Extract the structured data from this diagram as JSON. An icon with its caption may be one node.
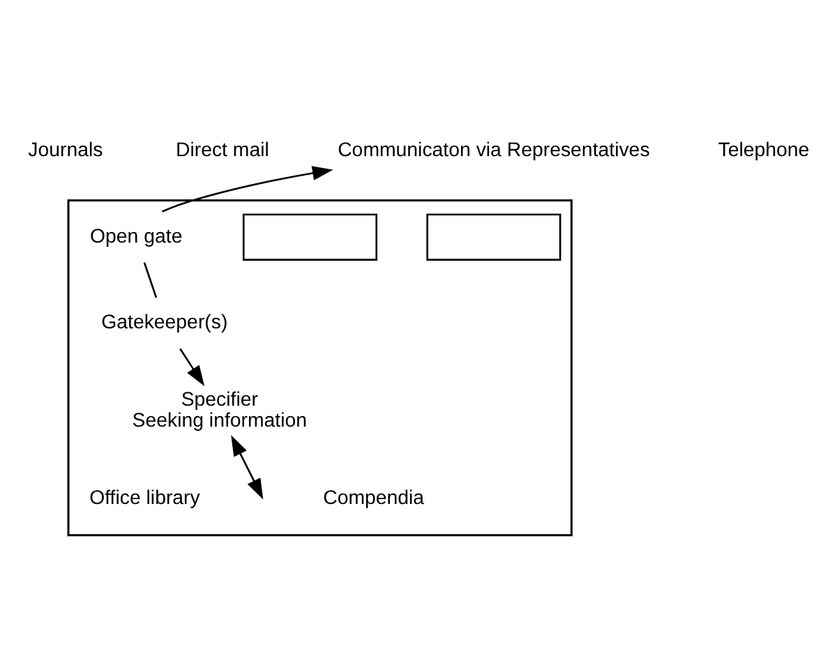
{
  "diagram": {
    "nodes": [
      {
        "text": [
          "Communicaton via Representatives"
        ]
      },
      {
        "text": [],
        "shape": "box"
      },
      {
        "text": [],
        "shape": "box",
        "in": 1
      },
      {
        "text": [],
        "shape": "box",
        "in": 1
      },
      {
        "text": [
          "Open gate"
        ],
        "in": 1
      },
      {
        "text": [
          "Gatekeeper(s)"
        ],
        "in": 1
      },
      {
        "text": [
          "Specifier",
          "Seeking information"
        ],
        "in": 1
      }
    ],
    "edges": [
      {
        "from": 4,
        "to": 0,
        "arrow": "to"
      },
      {
        "from": 4,
        "to": 5,
        "arrow": "none"
      },
      {
        "from": 5,
        "to": 6,
        "arrow": "to"
      },
      {
        "from": 6,
        "to": null,
        "arrow": "both"
      }
    ],
    "labels": [
      "Journals",
      "Direct mail",
      "Telephone",
      "Office library",
      "Compendia"
    ]
  }
}
